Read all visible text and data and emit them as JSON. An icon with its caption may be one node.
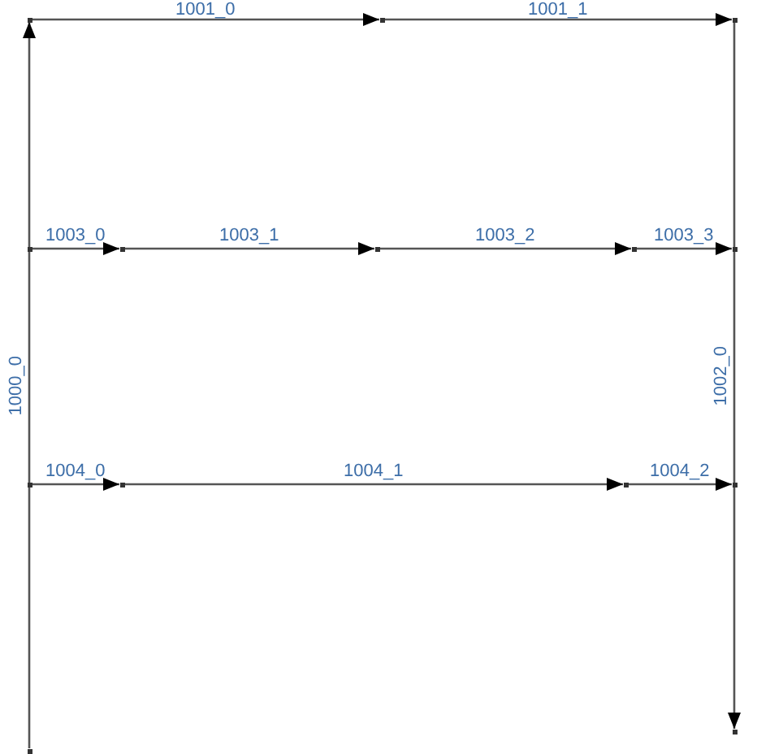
{
  "diagram": {
    "nodes": [
      {
        "text": [],
        "shape": "point"
      },
      {
        "text": [],
        "shape": "point"
      },
      {
        "text": [],
        "shape": "point"
      },
      {
        "text": [],
        "shape": "point"
      },
      {
        "text": [],
        "shape": "point"
      },
      {
        "text": [],
        "shape": "point"
      },
      {
        "text": [],
        "shape": "point"
      },
      {
        "text": [],
        "shape": "point"
      },
      {
        "text": [],
        "shape": "point"
      },
      {
        "text": [],
        "shape": "point"
      },
      {
        "text": [],
        "shape": "point"
      },
      {
        "text": [],
        "shape": "point"
      },
      {
        "text": [],
        "shape": "point"
      },
      {
        "text": [],
        "shape": "point"
      }
    ],
    "edges": [
      {
        "from": 0,
        "to": 1,
        "arrow": "to",
        "label": "1000_0"
      },
      {
        "from": 1,
        "to": 2,
        "arrow": "to",
        "label": "1001_0"
      },
      {
        "from": 2,
        "to": 3,
        "arrow": "to",
        "label": "1001_1"
      },
      {
        "from": 3,
        "to": 4,
        "arrow": "to",
        "label": "1002_0"
      },
      {
        "from": 5,
        "to": 6,
        "arrow": "to",
        "label": "1003_0"
      },
      {
        "from": 6,
        "to": 7,
        "arrow": "to",
        "label": "1003_1"
      },
      {
        "from": 7,
        "to": 8,
        "arrow": "to",
        "label": "1003_2"
      },
      {
        "from": 8,
        "to": 9,
        "arrow": "to",
        "label": "1003_3"
      },
      {
        "from": 10,
        "to": 11,
        "arrow": "to",
        "label": "1004_0"
      },
      {
        "from": 11,
        "to": 12,
        "arrow": "to",
        "label": "1004_1"
      },
      {
        "from": 12,
        "to": 13,
        "arrow": "to",
        "label": "1004_2"
      }
    ]
  }
}
